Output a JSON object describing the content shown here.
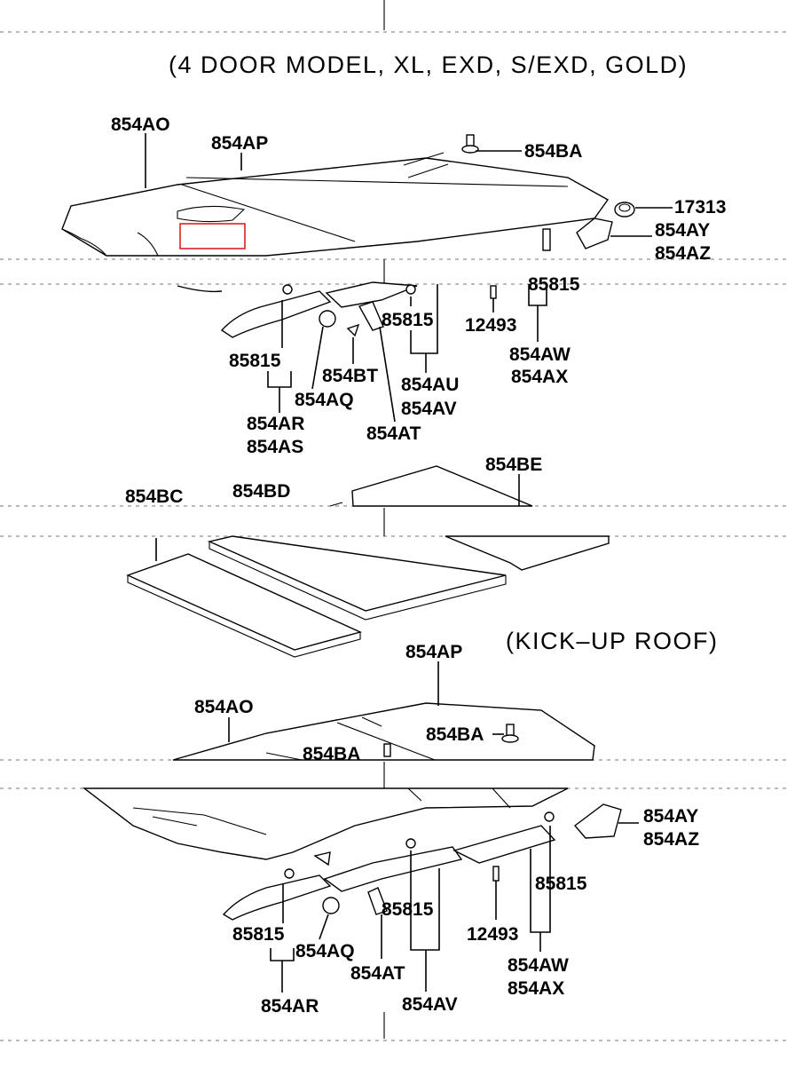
{
  "captions": {
    "top": "(4 DOOR MODEL, XL, EXD, S/EXD, GOLD)",
    "kickup": "(KICK–UP ROOF)"
  },
  "labels": {
    "a_854AO": "854AO",
    "a_854AP": "854AP",
    "a_854BA": "854BA",
    "a_17313": "17313",
    "a_854AY": "854AY",
    "a_854AZ": "854AZ",
    "a_85815_r": "85815",
    "a_12493": "12493",
    "a_85815_c": "85815",
    "a_85815_l": "85815",
    "a_854BT": "854BT",
    "a_854AU": "854AU",
    "a_854AV": "854AV",
    "a_854AQ": "854AQ",
    "a_854AW": "854AW",
    "a_854AX": "854AX",
    "a_854AR": "854AR",
    "a_854AS": "854AS",
    "a_854AT": "854AT",
    "b_854BE": "854BE",
    "b_854BC": "854BC",
    "b_854BD": "854BD",
    "c_854AP": "854AP",
    "c_854AO": "854AO",
    "c_854BA": "854BA",
    "c_854BA_2": "854BA",
    "c_854AY": "854AY",
    "c_854AZ": "854AZ",
    "c_85815_r": "85815",
    "c_85815_l": "85815",
    "c_85815_c": "85815",
    "c_12493": "12493",
    "c_854AQ": "854AQ",
    "c_854AT": "854AT",
    "c_854AW": "854AW",
    "c_854AX": "854AX",
    "c_854AR": "854AR",
    "c_854AV": "854AV"
  },
  "highlight_color": "#e02020"
}
